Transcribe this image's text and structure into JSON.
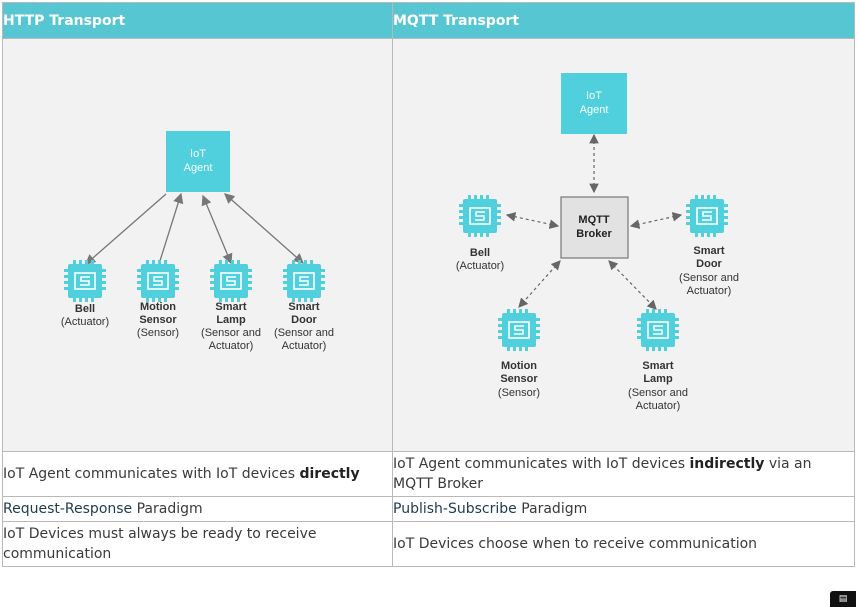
{
  "headers": {
    "http": "HTTP Transport",
    "mqtt": "MQTT Transport"
  },
  "http_diagram": {
    "agent": [
      "IoT",
      "Agent"
    ],
    "devices": [
      {
        "lines": [
          "Bell"
        ],
        "sub": [
          "(Actuator)"
        ]
      },
      {
        "lines": [
          "Motion",
          "Sensor"
        ],
        "sub": [
          "(Sensor)"
        ]
      },
      {
        "lines": [
          "Smart",
          "Lamp"
        ],
        "sub": [
          "(Sensor and",
          "Actuator)"
        ]
      },
      {
        "lines": [
          "Smart",
          "Door"
        ],
        "sub": [
          "(Sensor and",
          "Actuator)"
        ]
      }
    ]
  },
  "mqtt_diagram": {
    "agent": [
      "IoT",
      "Agent"
    ],
    "broker": [
      "MQTT",
      "Broker"
    ],
    "devices": [
      {
        "lines": [
          "Bell"
        ],
        "sub": [
          "(Actuator)"
        ]
      },
      {
        "lines": [
          "Smart",
          "Door"
        ],
        "sub": [
          "(Sensor and",
          "Actuator)"
        ]
      },
      {
        "lines": [
          "Motion",
          "Sensor"
        ],
        "sub": [
          "(Sensor)"
        ]
      },
      {
        "lines": [
          "Smart",
          "Lamp"
        ],
        "sub": [
          "(Sensor and",
          "Actuator)"
        ]
      }
    ]
  },
  "rows": {
    "r1": {
      "http_a": "IoT Agent communicates with IoT devices ",
      "http_b": "directly",
      "mqtt_a": "IoT Agent communicates with IoT devices ",
      "mqtt_b": "indirectly",
      "mqtt_c": " via an MQTT Broker"
    },
    "r2": {
      "http_a": "Request-Response",
      "http_b": " Paradigm",
      "mqtt_a": "Publish-Subscribe",
      "mqtt_b": " Paradigm"
    },
    "r3": {
      "http": "IoT Devices must always be ready to receive communication",
      "mqtt": "IoT Devices choose when to receive communication"
    }
  },
  "colors": {
    "accent": "#56c6d2",
    "chip": "#4fd0dc",
    "panel": "#f2f2f2"
  }
}
